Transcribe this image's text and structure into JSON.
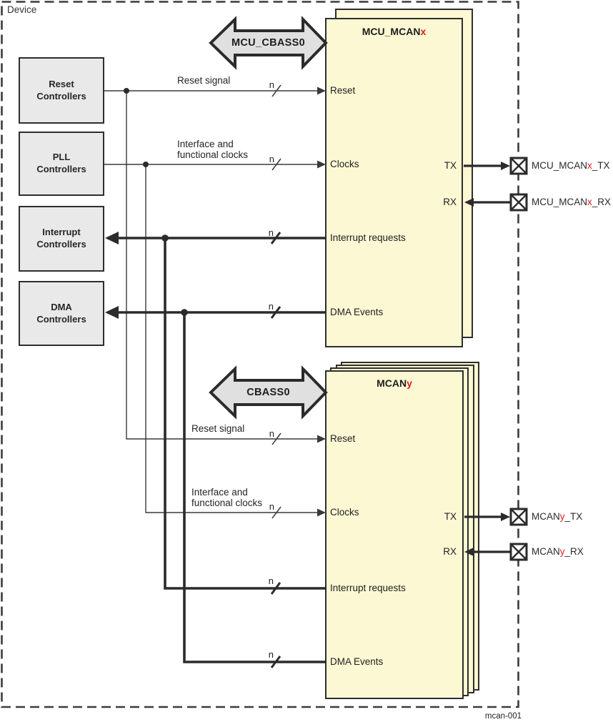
{
  "device": {
    "label": "Device",
    "figure_id": "mcan-001"
  },
  "controllers": [
    {
      "label": "Reset Controllers"
    },
    {
      "label": "PLL Controllers"
    },
    {
      "label": "Interrupt Controllers"
    },
    {
      "label": "DMA Controllers"
    }
  ],
  "buses": {
    "mcu": "MCU_CBASS0",
    "main": "CBASS0"
  },
  "blocks": {
    "mcu_mcan": {
      "title_base": "MCU_MCAN",
      "title_index": "x",
      "ports": {
        "reset": "Reset",
        "clocks": "Clocks",
        "interrupts": "Interrupt requests",
        "dma": "DMA Events",
        "tx": "TX",
        "rx": "RX"
      }
    },
    "mcan": {
      "title_base": "MCAN",
      "title_index": "y",
      "ports": {
        "reset": "Reset",
        "clocks": "Clocks",
        "interrupts": "Interrupt requests",
        "dma": "DMA Events",
        "tx": "TX",
        "rx": "RX"
      }
    }
  },
  "signals": {
    "reset": "Reset signal",
    "clocks_line1": "Interface and",
    "clocks_line2": "functional clocks",
    "bus_width": "n"
  },
  "pins": {
    "mcu_tx": {
      "base": "MCU_MCAN",
      "index": "x",
      "suffix": "_TX"
    },
    "mcu_rx": {
      "base": "MCU_MCAN",
      "index": "x",
      "suffix": "_RX"
    },
    "mcan_tx": {
      "base": "MCAN",
      "index": "y",
      "suffix": "_TX"
    },
    "mcan_rx": {
      "base": "MCAN",
      "index": "y",
      "suffix": "_RX"
    }
  },
  "colors": {
    "module_fill": "#FCF8D3",
    "controller_fill": "#E9E9E9",
    "bus_arrow_fill": "#E0E0E0",
    "line": "#2b2b2b",
    "accent_red": "#D92121"
  }
}
